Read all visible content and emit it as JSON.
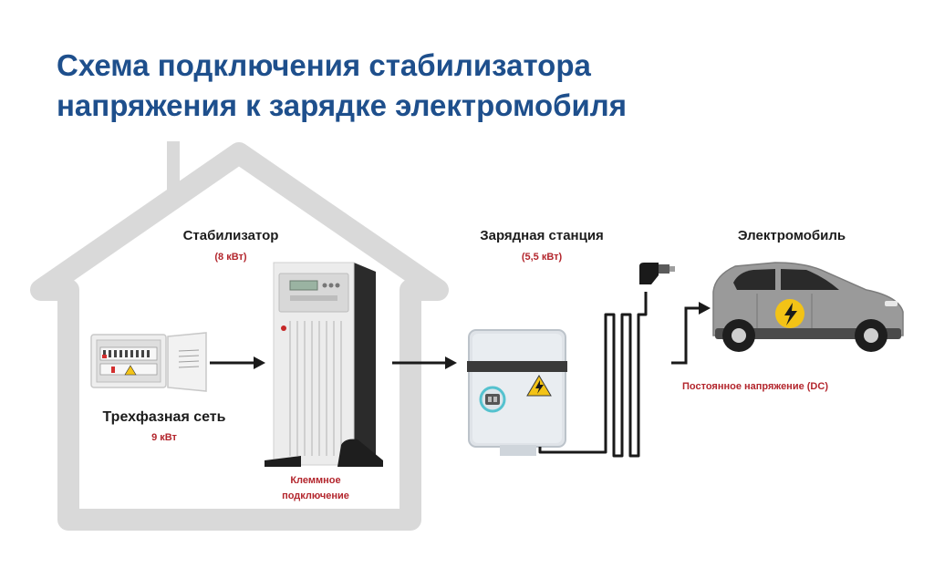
{
  "title_line1": "Схема подключения стабилизатора",
  "title_line2": "напряжения к зарядке электромобиля",
  "stabilizer": {
    "label": "Стабилизатор",
    "power": "(8 кВт)"
  },
  "charger": {
    "label": "Зарядная станция",
    "power": "(5,5 кВт)"
  },
  "car": {
    "label": "Электромобиль"
  },
  "grid": {
    "label": "Трехфазная сеть",
    "power": "9 кВт"
  },
  "terminal_note_line1": "Клеммное",
  "terminal_note_line2": "подключение",
  "dc_note": "Постоянное напряжение (DC)",
  "colors": {
    "title": "#1e4f8c",
    "accent_red": "#b3262d",
    "house_outline": "#d9d9d9",
    "warning_yellow": "#f3c316"
  }
}
